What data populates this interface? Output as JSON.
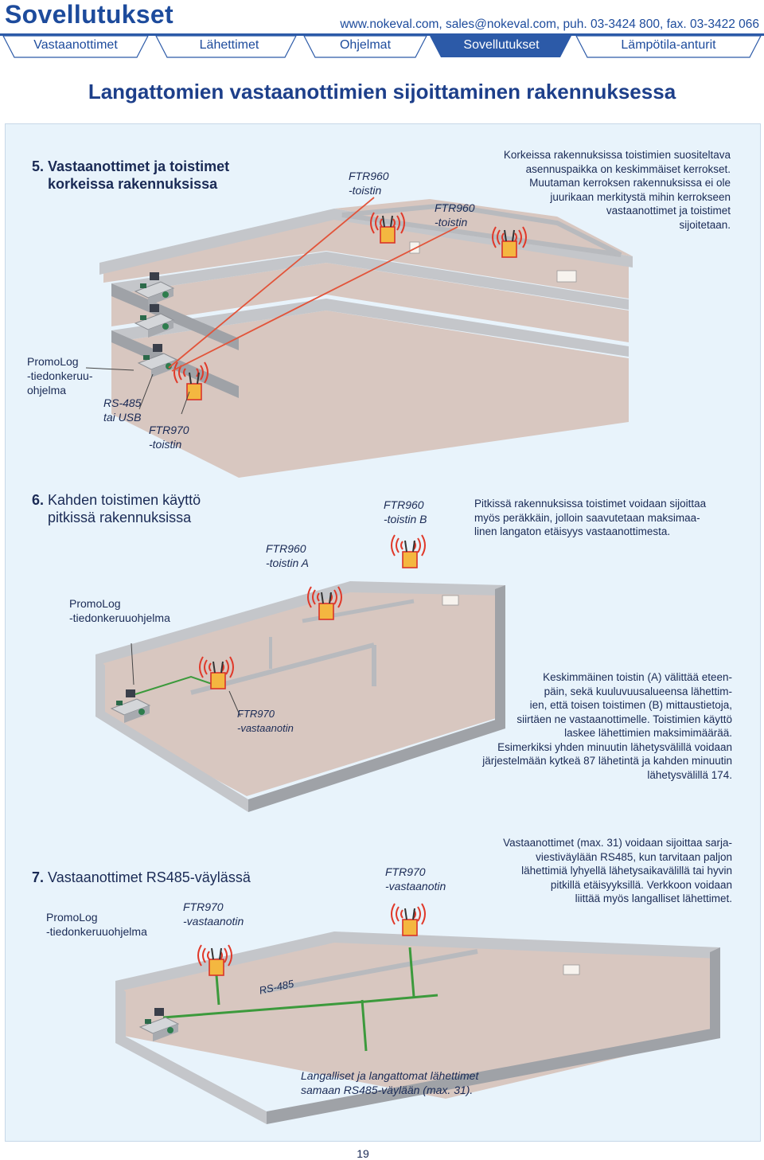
{
  "header": {
    "brand": "Sovellutukset",
    "contact": "www.nokeval.com, sales@nokeval.com, puh. 03-3424 800, fax. 03-3422 066"
  },
  "nav": {
    "tabs": [
      {
        "label": "Vastaanottimet",
        "active": false
      },
      {
        "label": "Lähettimet",
        "active": false
      },
      {
        "label": "Ohjelmat",
        "active": false
      },
      {
        "label": "Sovellutukset",
        "active": true
      },
      {
        "label": "Lämpötila-anturit",
        "active": false
      }
    ],
    "active_color": "#2c5aa8"
  },
  "page_title": "Langattomien vastaanottimien sijoittaminen rakennuksessa",
  "section5": {
    "number": "5.",
    "title_line1": "Vastaanottimet ja toistimet",
    "title_line2": "korkeissa rakennuksissa",
    "ftr960_a": [
      "FTR960",
      "-toistin"
    ],
    "ftr960_b": [
      "FTR960",
      "-toistin"
    ],
    "promolog": [
      "PromoLog",
      "-tiedonkeruu-",
      "ohjelma"
    ],
    "rs485": [
      "RS-485",
      "tai USB"
    ],
    "ftr970": [
      "FTR970",
      "-toistin"
    ],
    "text": [
      "Korkeissa rakennuksissa toistimien suositeltava",
      "asennuspaikka on keskimmäiset kerrokset.",
      "Muutaman kerroksen rakennuksissa ei ole",
      "juurikaan merkitystä mihin kerrokseen",
      "vastaanottimet ja toistimet",
      "sijoitetaan."
    ]
  },
  "section6": {
    "number": "6.",
    "title_line1": "Kahden toistimen käyttö",
    "title_line2": "pitkissä rakennuksissa",
    "ftr960_b": [
      "FTR960",
      "-toistin B"
    ],
    "ftr960_a": [
      "FTR960",
      "-toistin A"
    ],
    "promolog": [
      "PromoLog",
      "-tiedonkeruuohjelma"
    ],
    "ftr970": [
      "FTR970",
      "-vastaanotin"
    ],
    "text_top": [
      "Pitkissä rakennuksissa toistimet voidaan sijoittaa",
      "myös peräkkäin, jolloin saavutetaan maksimaa-",
      "linen langaton etäisyys vastaanottimesta."
    ],
    "text_bottom": [
      "Keskimmäinen toistin (A) välittää eteen-",
      "päin, sekä kuuluvuusalueensa lähettim-",
      "ien, että toisen toistimen (B) mittaustietoja,",
      "siirtäen ne vastaanottimelle. Toistimien käyttö",
      "laskee lähettimien maksimimäärää.",
      "Esimerkiksi yhden minuutin lähetysvälillä voidaan",
      "järjestelmään kytkeä 87 lähetintä ja kahden minuutin",
      "lähetysvälillä 174."
    ]
  },
  "section7": {
    "number": "7.",
    "title": "Vastaanottimet RS485-väylässä",
    "promolog": [
      "PromoLog",
      "-tiedonkeruuohjelma"
    ],
    "ftr970_a": [
      "FTR970",
      "-vastaanotin"
    ],
    "ftr970_b": [
      "FTR970",
      "-vastaanotin"
    ],
    "rs485": "RS-485",
    "text": [
      "Vastaanottimet  (max. 31) voidaan sijoittaa sarja-",
      "viestiväylään RS485, kun tarvitaan paljon",
      "lähettimiä lyhyellä lähetysaikavälillä tai hyvin",
      "pitkillä etäisyyksillä. Verkkoon voidaan",
      "liittää myös langalliset lähettimet."
    ],
    "caption": [
      "Langalliset ja langattomat lähettimet",
      "samaan RS485-väylään  (max. 31)."
    ]
  },
  "page_number": "19",
  "colors": {
    "brand": "#1d4b9c",
    "panel_bg": "#e8f3fb",
    "floor": "#d8c7c0",
    "wall_top": "#c4c6ca",
    "wall_side": "#9fa2a7",
    "arrow": "#e2543a",
    "bus_line": "#3c9a3c",
    "device_red": "#d9342a",
    "device_orange": "#f4b740"
  }
}
